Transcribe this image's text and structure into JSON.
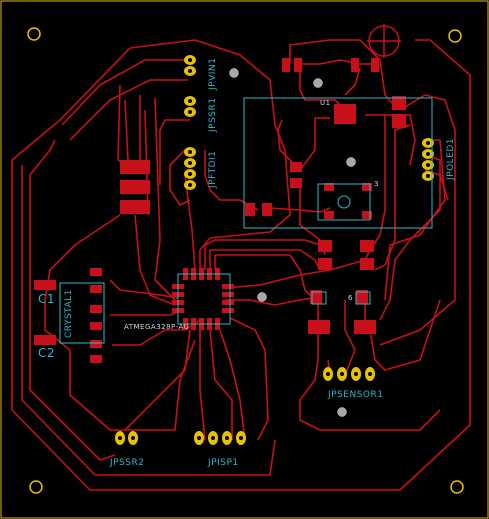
{
  "board": {
    "colors": {
      "background": "#000000",
      "trace": "#c8101a",
      "pad": "#c8101a",
      "through_pad": "#e6c200",
      "silkscreen": "#2fb7c9",
      "outline": "#e6c200",
      "via": "#b0b0b0"
    },
    "labels": {
      "jpvin1": "JPVIN1",
      "jpssr1": "JPSSR1",
      "jpftdi1": "JPFTDI1",
      "jpoled1": "JPOLED1",
      "u1": "U1",
      "crystal1": "CRYSTAL1",
      "c1": "C1",
      "c2": "C2",
      "mcu": "ATMEGA328P-AU",
      "jpsensor1": "JPSENSOR1",
      "jpssr2": "JPSSR2",
      "jpisp1": "JPISP1",
      "pin3": "3",
      "pin6": "6"
    }
  }
}
